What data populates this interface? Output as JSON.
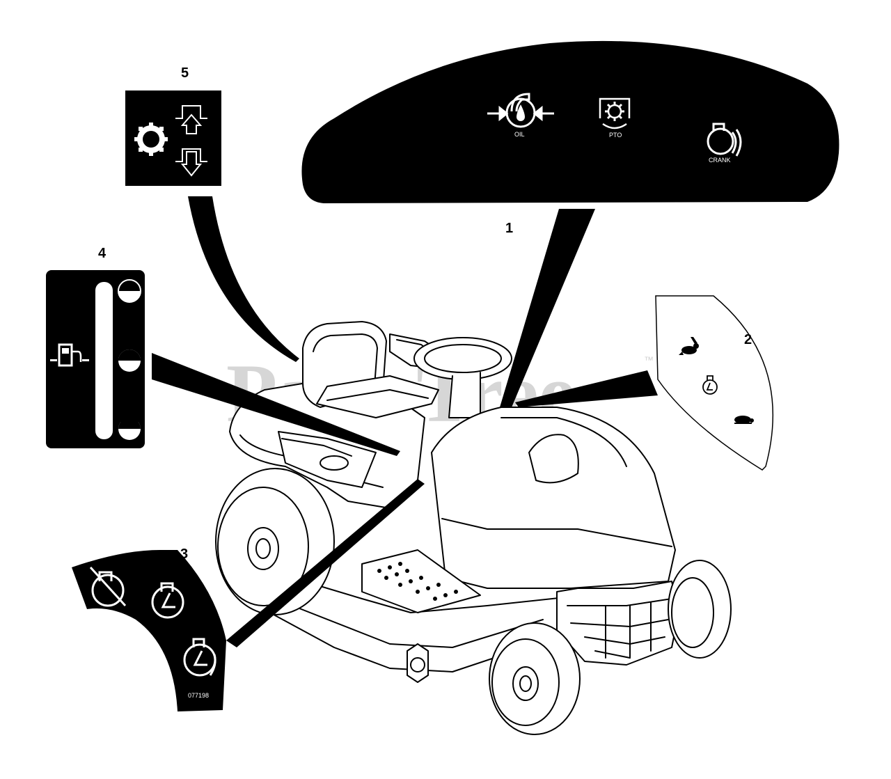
{
  "watermark": {
    "text": "PartsTree",
    "trademark": "™"
  },
  "callouts": {
    "c1": "1",
    "c2": "2",
    "c3": "3",
    "c4": "4",
    "c5": "5"
  },
  "decal1": {
    "oil_label": "OIL",
    "pto_label": "PTO",
    "crank_label": "CRANK",
    "icons": [
      "oil-pressure-icon",
      "pto-icon",
      "crank-engine-icon"
    ]
  },
  "decal2": {
    "icons": [
      "rabbit-fast-icon",
      "choke-engine-icon",
      "turtle-slow-icon"
    ]
  },
  "decal3": {
    "part_number": "077198",
    "icons": [
      "engine-off-icon",
      "engine-run-icon",
      "engine-start-icon"
    ]
  },
  "decal4": {
    "icons": [
      "fuel-pump-icon",
      "fuel-full-icon",
      "fuel-half-icon",
      "fuel-empty-icon"
    ]
  },
  "decal5": {
    "icons": [
      "gear-icon",
      "lift-up-icon",
      "lower-down-icon"
    ]
  },
  "colors": {
    "ink": "#000000",
    "paper": "#ffffff",
    "watermark": "#d6d6d6"
  }
}
